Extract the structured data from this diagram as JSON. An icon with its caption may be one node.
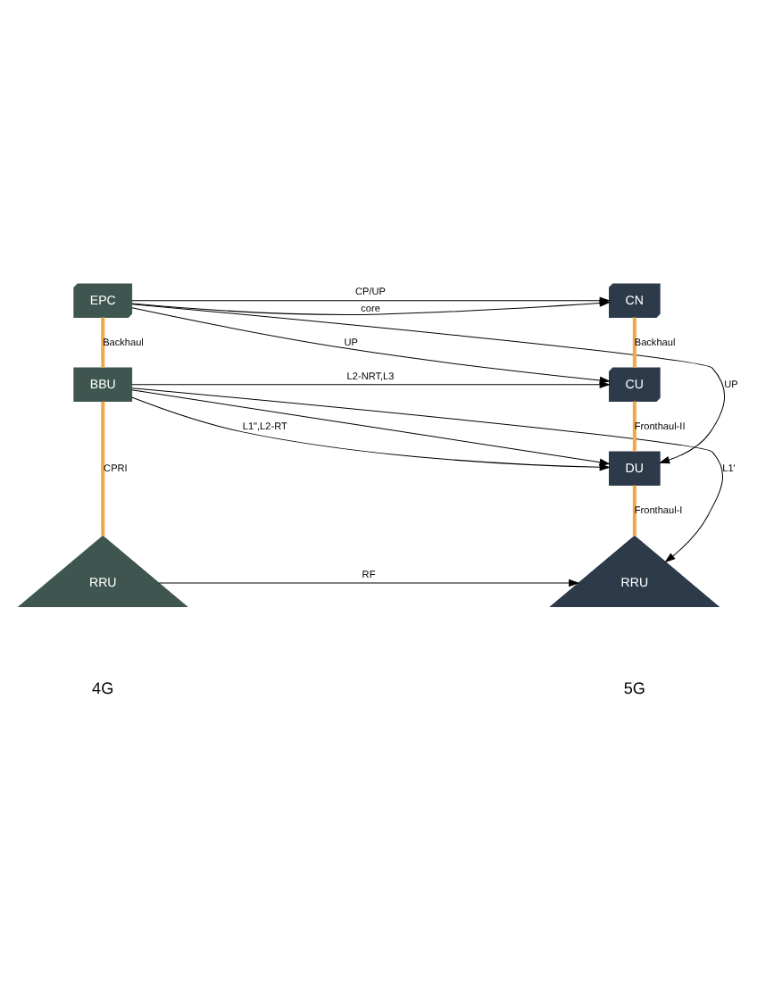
{
  "diagram": {
    "nodes": [
      {
        "text": [
          "EPC"
        ]
      },
      {
        "text": [
          "BBU"
        ]
      },
      {
        "text": [
          "RRU"
        ]
      },
      {
        "text": [
          "CN"
        ]
      },
      {
        "text": [
          "CU"
        ]
      },
      {
        "text": [
          "DU"
        ]
      },
      {
        "text": [
          "RRU"
        ]
      }
    ],
    "edges": [
      {
        "from": 0,
        "to": 1,
        "arrow": "none",
        "label": "Backhaul",
        "style": "thick",
        "color": "#f0a848"
      },
      {
        "from": 1,
        "to": 2,
        "arrow": "none",
        "label": "CPRI",
        "style": "thick",
        "color": "#f0a848"
      },
      {
        "from": 3,
        "to": 4,
        "arrow": "none",
        "label": "Backhaul",
        "style": "thick",
        "color": "#f0a848"
      },
      {
        "from": 4,
        "to": 5,
        "arrow": "none",
        "label": "Fronthaul-II",
        "style": "thick",
        "color": "#f0a848"
      },
      {
        "from": 5,
        "to": 6,
        "arrow": "none",
        "label": "Fronthaul-I",
        "style": "thick",
        "color": "#f0a848"
      },
      {
        "from": 0,
        "to": 3,
        "arrow": "to",
        "label": "core"
      },
      {
        "from": 0,
        "to": 3,
        "arrow": "to",
        "label": "CP/UP"
      },
      {
        "from": 0,
        "to": 4,
        "arrow": "to",
        "label": "UP"
      },
      {
        "from": 0,
        "to": 5,
        "arrow": "to",
        "label": "UP"
      },
      {
        "from": 1,
        "to": 4,
        "arrow": "to",
        "label": "L2-NRT,L3"
      },
      {
        "from": 1,
        "to": 5,
        "arrow": "to",
        "label": "L1\",L2-RT"
      },
      {
        "from": 1,
        "to": 5,
        "arrow": "to"
      },
      {
        "from": 1,
        "to": 6,
        "arrow": "to",
        "label": "L1'"
      },
      {
        "from": 2,
        "to": 6,
        "arrow": "to",
        "label": "RF"
      }
    ],
    "labels": [
      "4G",
      "5G"
    ]
  }
}
